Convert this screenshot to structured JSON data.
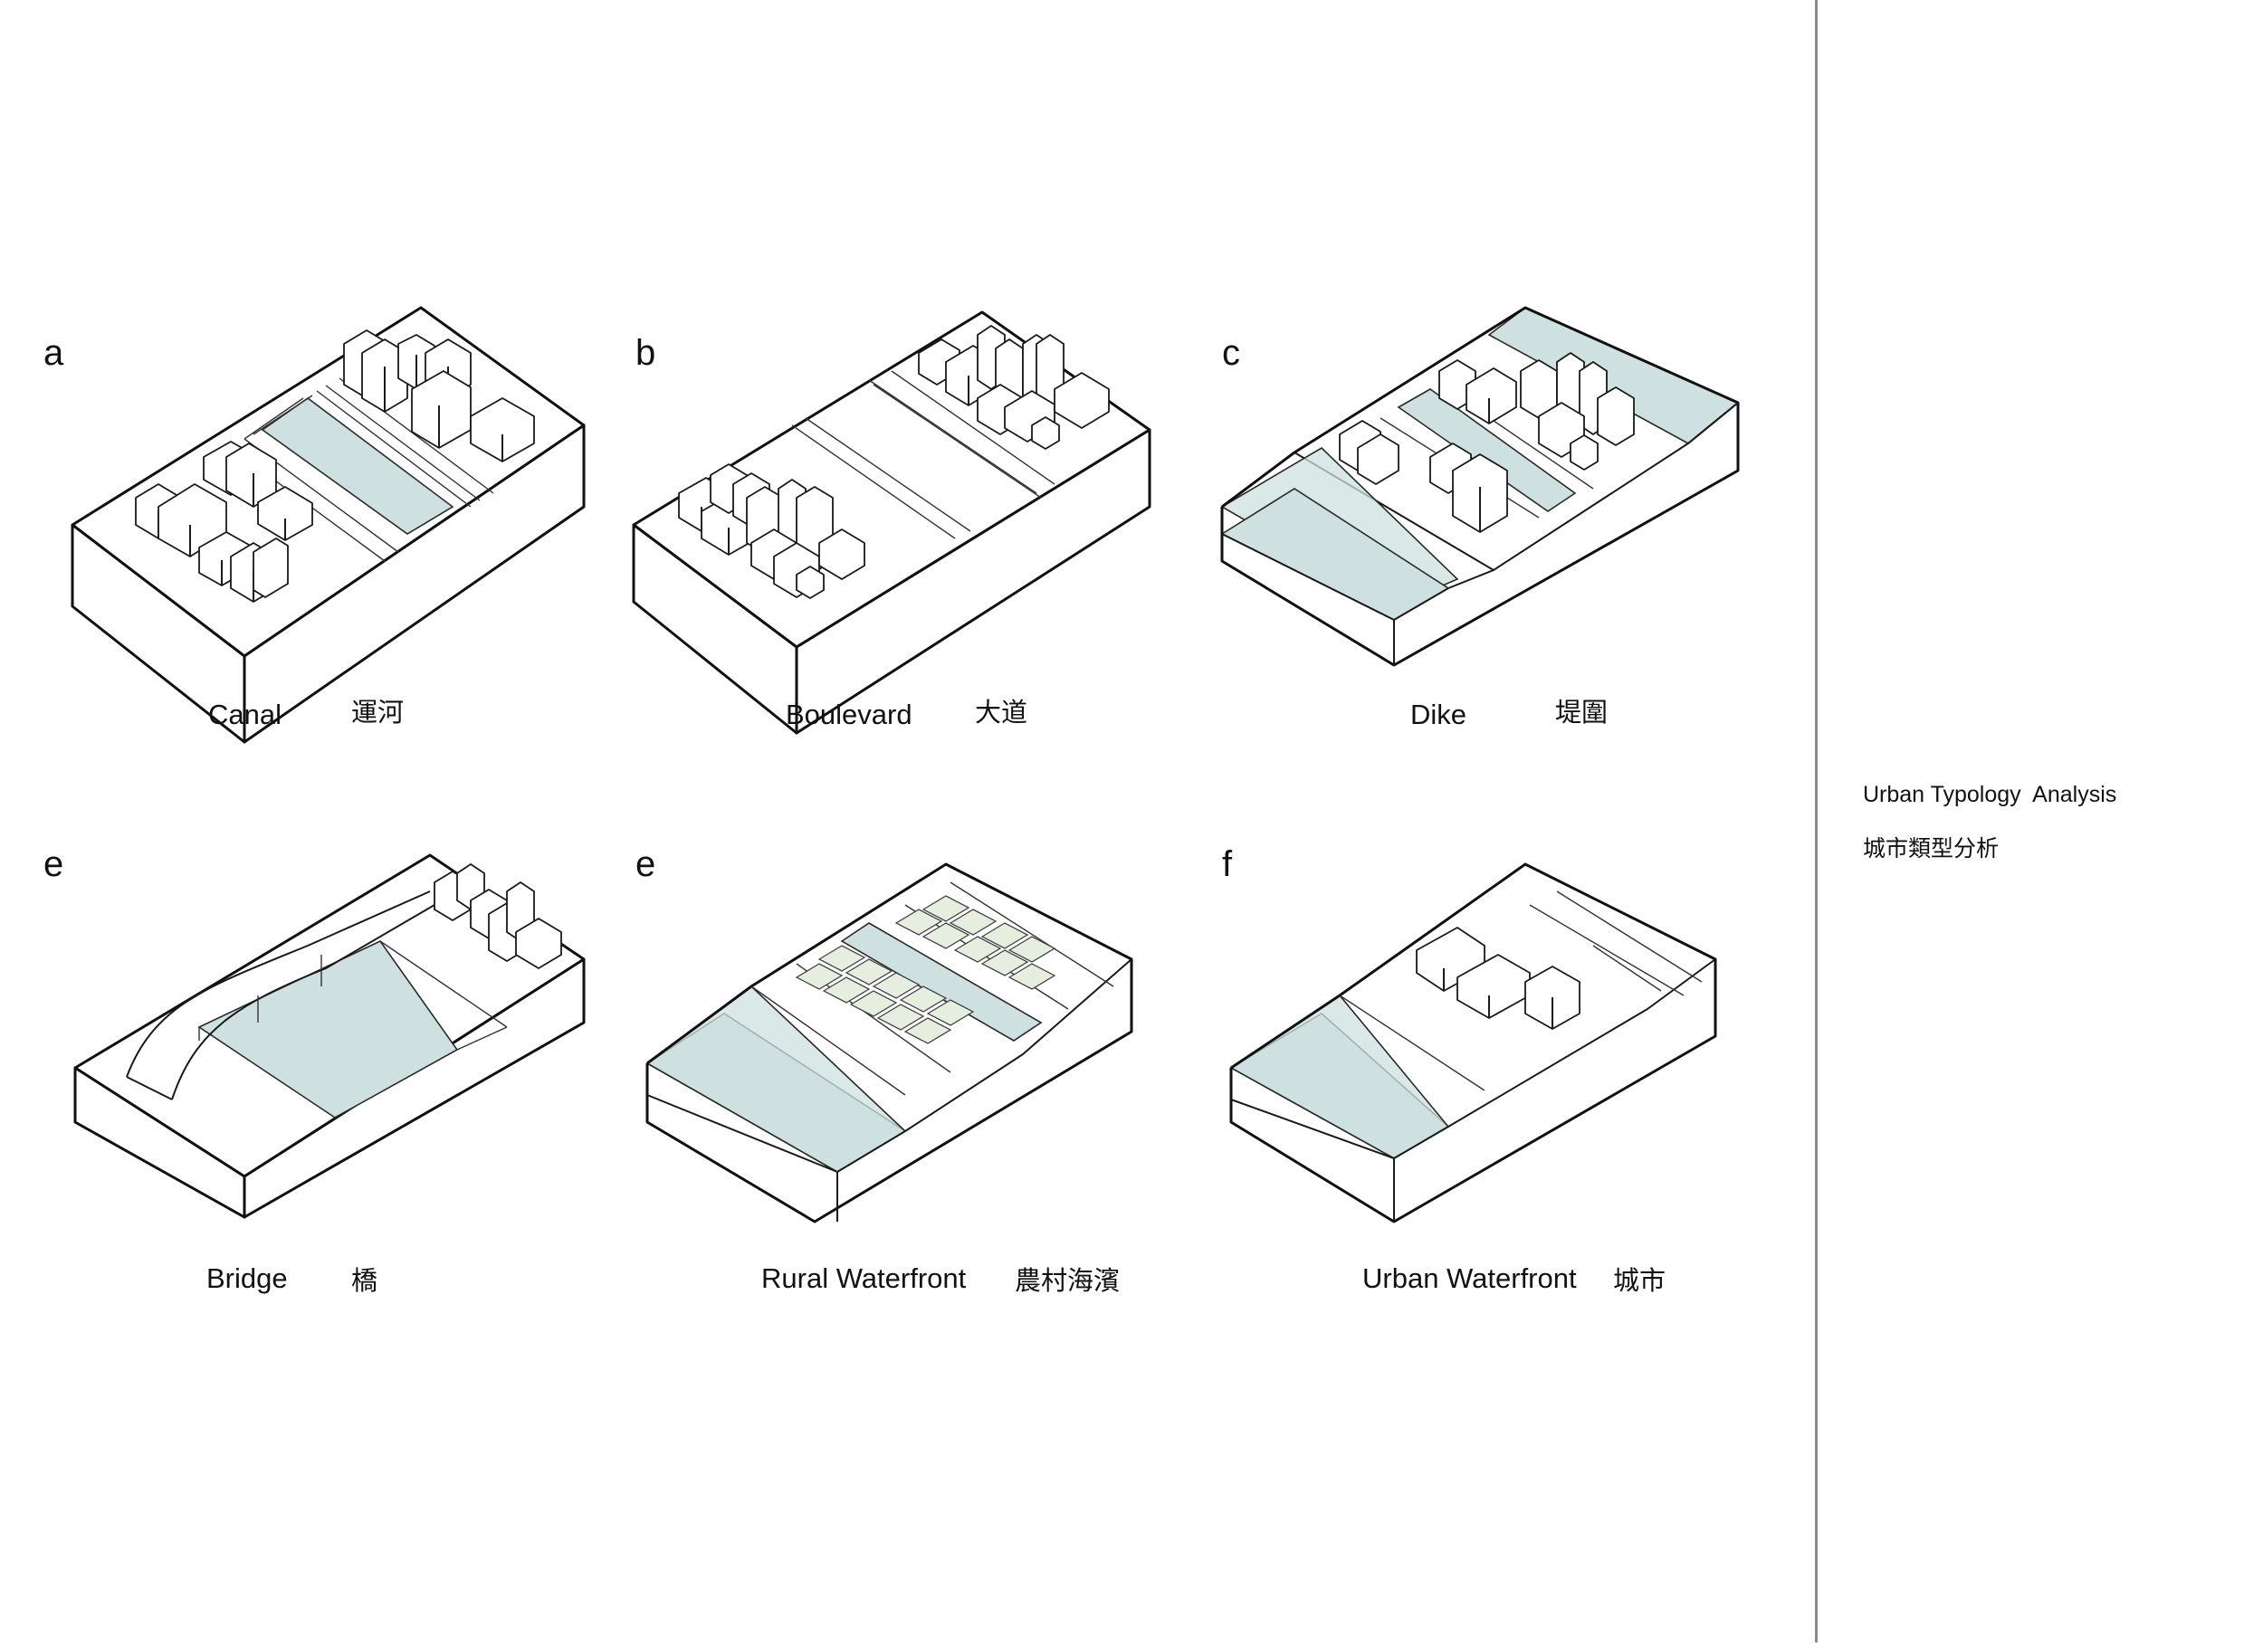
{
  "panels": [
    {
      "letter": "a",
      "label": "Canal",
      "label_cn": "運河"
    },
    {
      "letter": "b",
      "label": "Boulevard",
      "label_cn": "大道"
    },
    {
      "letter": "c",
      "label": "Dike",
      "label_cn": "堤圍"
    },
    {
      "letter": "e",
      "label": "Bridge",
      "label_cn": "橋"
    },
    {
      "letter": "e",
      "label": "Rural Waterfront",
      "label_cn": "農村海濱"
    },
    {
      "letter": "f",
      "label": "Urban Waterfront",
      "label_cn": "城市"
    }
  ],
  "sidebar": {
    "title": "Urban Typology  Analysis",
    "title_cn": "城市類型分析"
  },
  "colors": {
    "water": "#cfe0e0",
    "divider": "#8a8a8a",
    "field": "#e6eee0"
  }
}
